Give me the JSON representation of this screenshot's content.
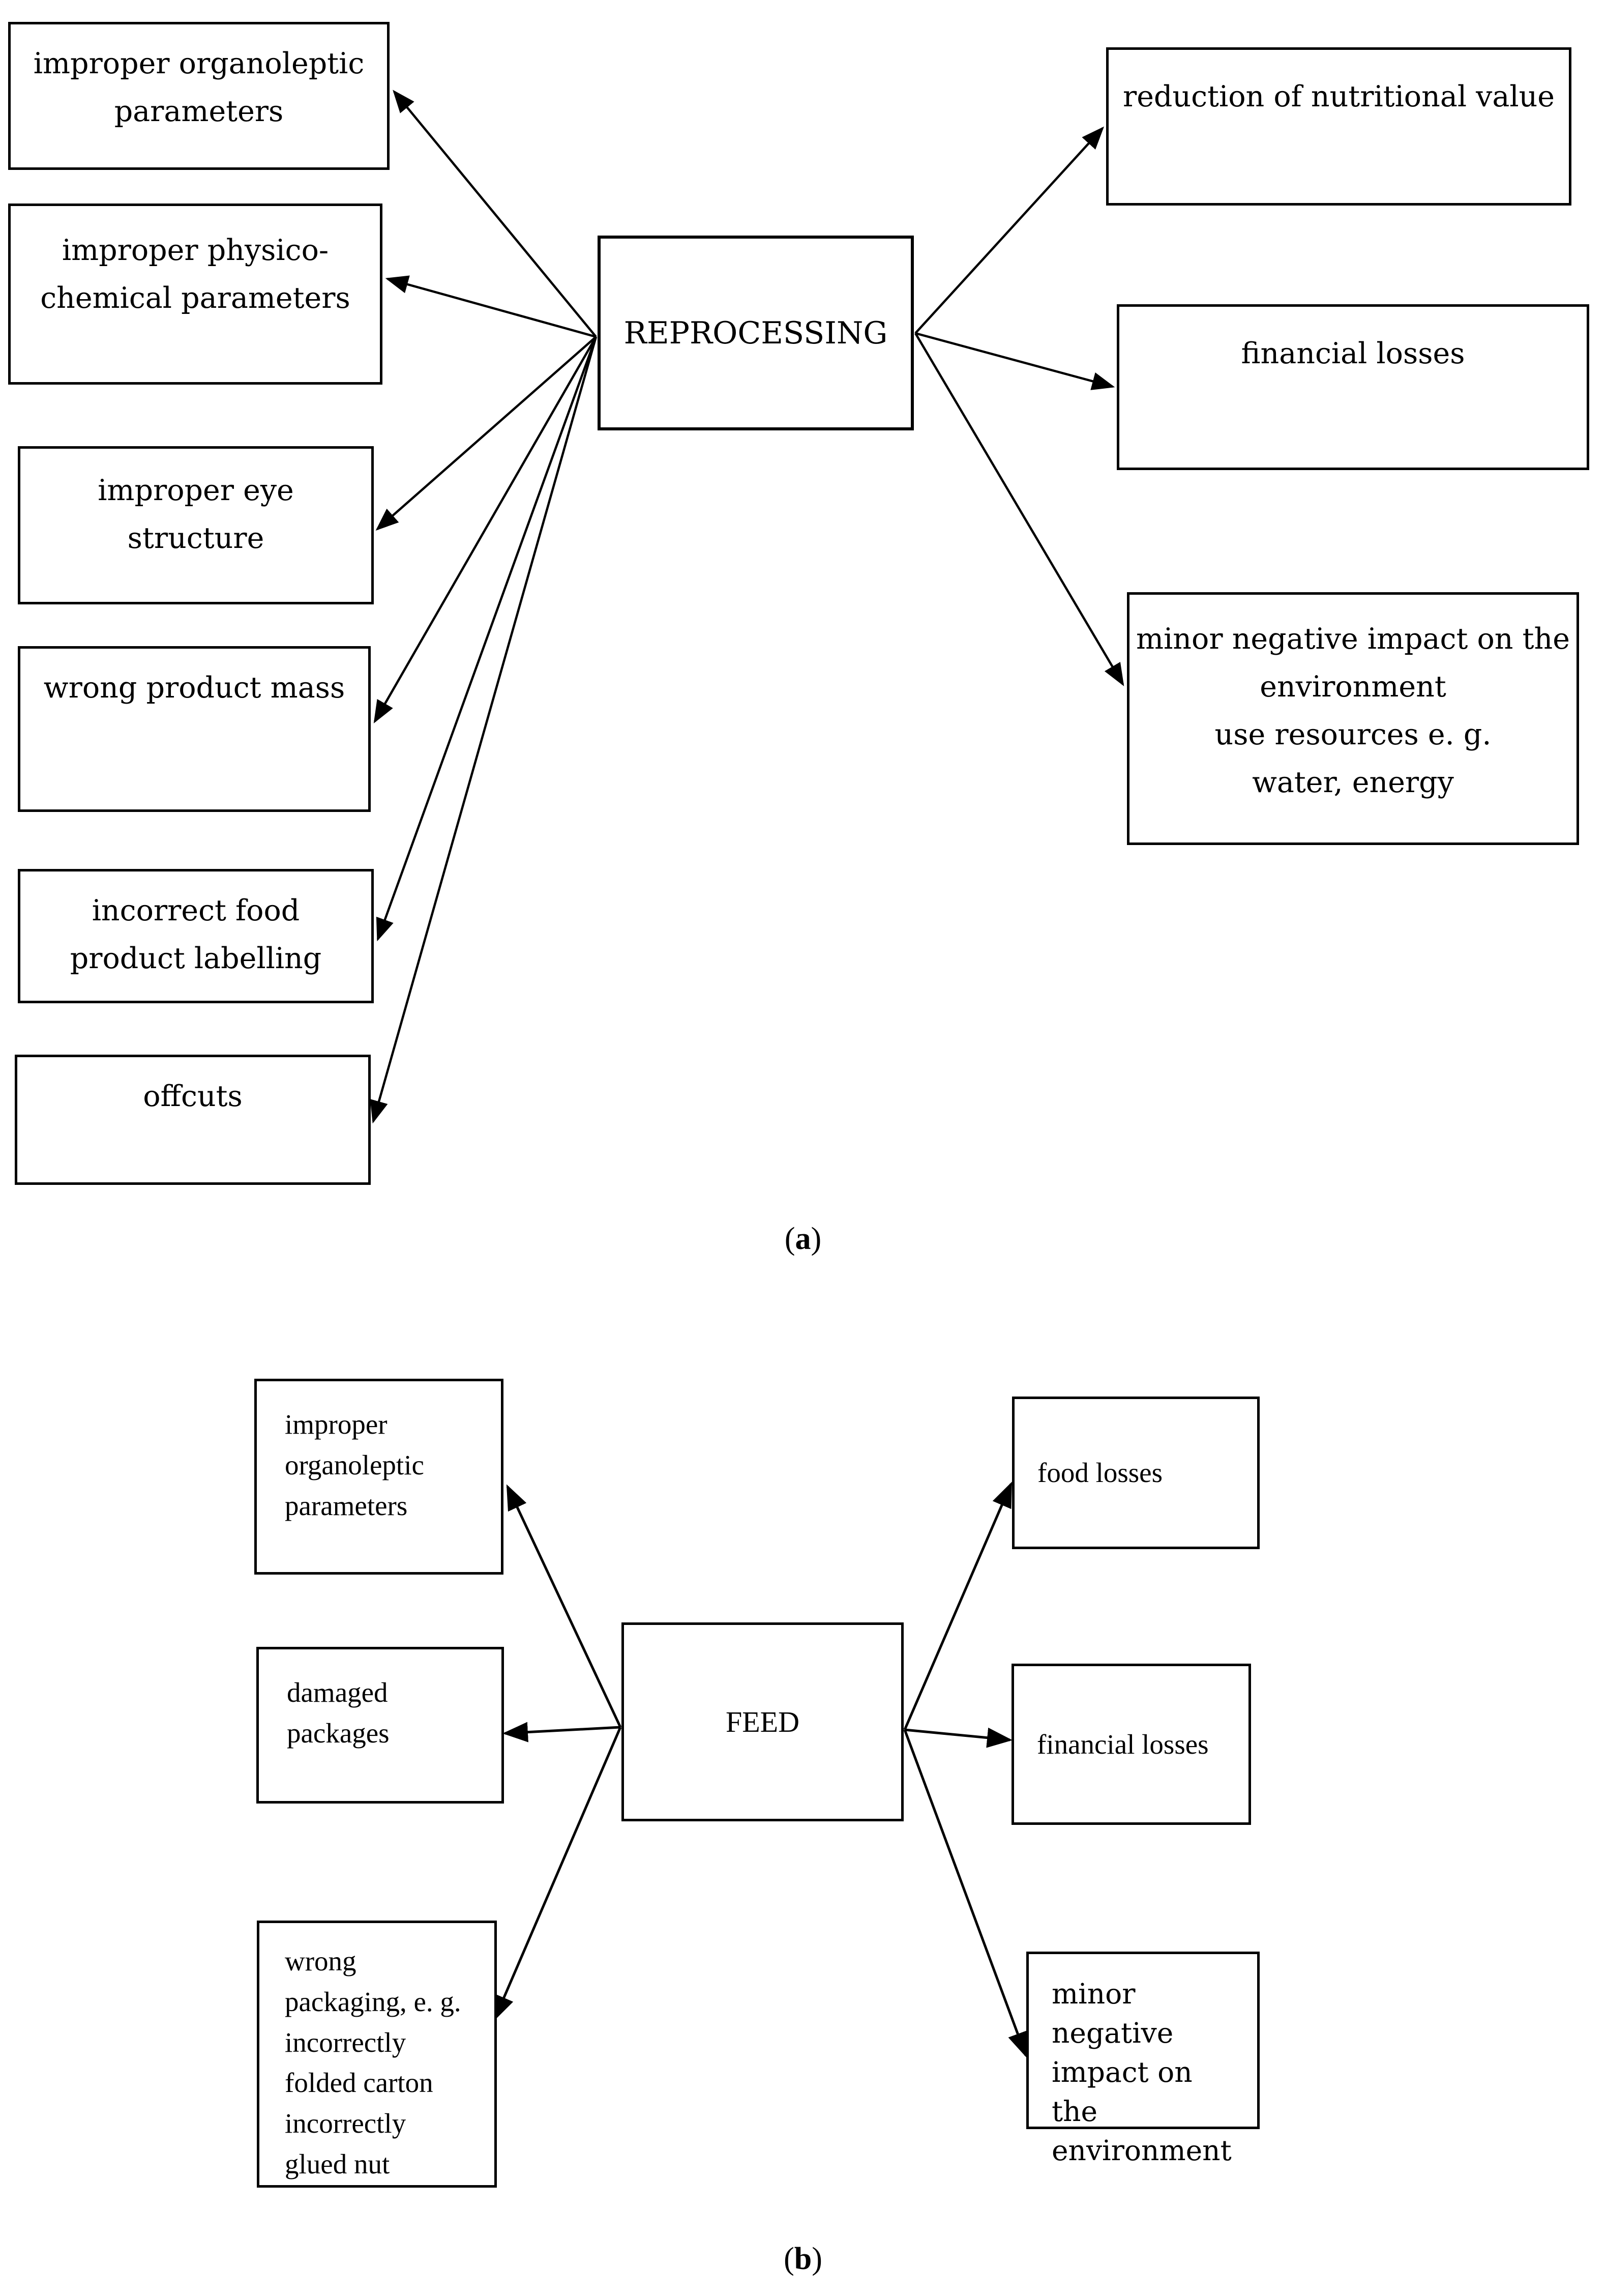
{
  "colors": {
    "background": "#ffffff",
    "line": "#000000",
    "text": "#000000"
  },
  "diagram_a": {
    "center_label": "REPROCESSING",
    "left_boxes": [
      {
        "label": "improper organoleptic parameters"
      },
      {
        "label": "improper physico-chemical parameters"
      },
      {
        "label": "improper eye structure"
      },
      {
        "label": "wrong product mass"
      },
      {
        "label": "incorrect food product labelling"
      },
      {
        "label": "offcuts"
      }
    ],
    "right_boxes": [
      {
        "label": "reduction of nutritional value"
      },
      {
        "label": "financial losses"
      },
      {
        "label_lines": [
          "minor negative impact on the environment",
          "use resources e. g. water, energy"
        ]
      }
    ],
    "caption": {
      "open": "(",
      "letter": "a",
      "close": ")"
    }
  },
  "diagram_b": {
    "center_label": "FEED",
    "left_boxes": [
      {
        "label": "improper organoleptic parameters"
      },
      {
        "label": "damaged packages"
      },
      {
        "label": "wrong packaging, e. g. incorrectly folded carton incorrectly glued nut"
      }
    ],
    "right_boxes": [
      {
        "label": "food losses"
      },
      {
        "label": "financial losses"
      },
      {
        "label": "minor negative impact on the environment"
      }
    ],
    "caption": {
      "open": "(",
      "letter": "b",
      "close": ")"
    }
  }
}
